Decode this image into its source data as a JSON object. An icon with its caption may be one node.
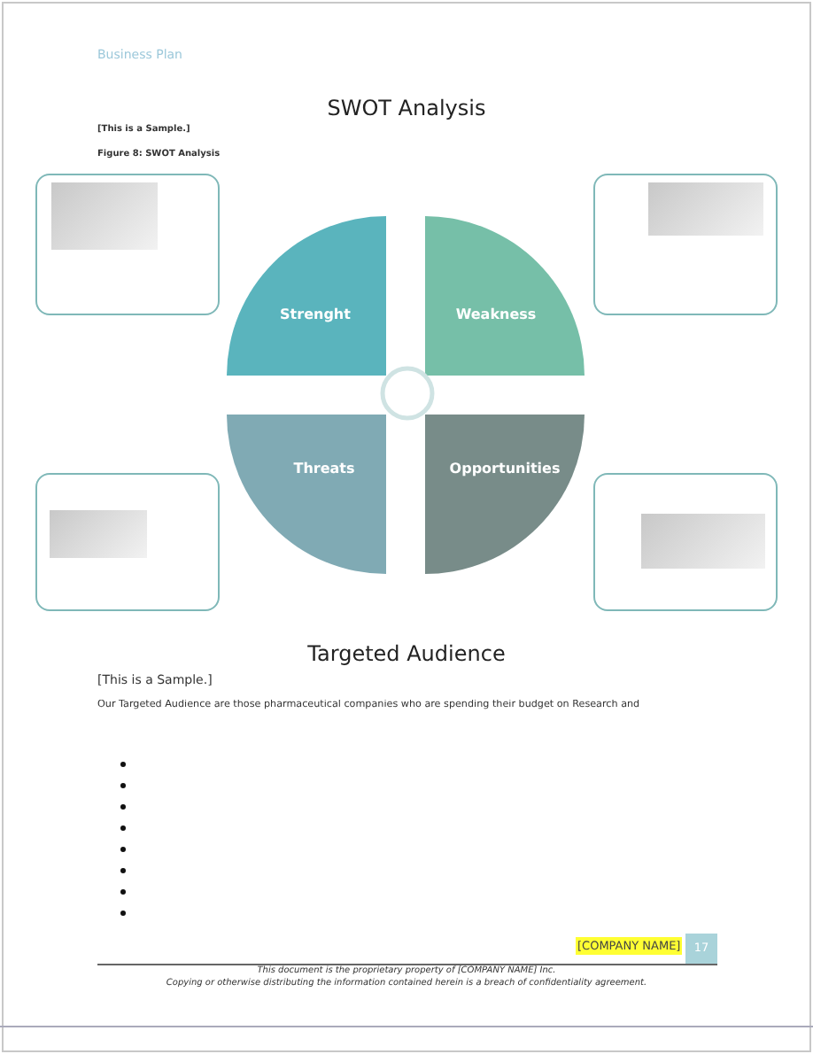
{
  "diagram": {
    "title": "SWOT Analysis",
    "nodes": [
      {
        "text": [],
        "shape": "box"
      },
      {
        "text": [],
        "shape": "box"
      },
      {
        "text": [
          "Strenght"
        ]
      },
      {
        "text": [
          "Weakness"
        ]
      },
      {
        "text": [
          "Threats"
        ]
      },
      {
        "text": [
          "Opportunities"
        ]
      },
      {
        "text": [],
        "shape": "box"
      },
      {
        "text": [],
        "shape": "box"
      }
    ],
    "edges": [],
    "labels": [
      "Business Plan",
      "[This is a Sample.]",
      "Figure 8: SWOT Analysis",
      "Targeted Audience",
      "[This is a Sample.]",
      "Our Targeted Audience are those pharmaceutical companies who are spending their budget on Research and",
      "[COMPANY NAME]",
      "17",
      "This document is the proprietary property of [COMPANY NAME] Inc.",
      "Copying or otherwise distributing the information contained herein is a breach of confidentiality agreement."
    ]
  }
}
